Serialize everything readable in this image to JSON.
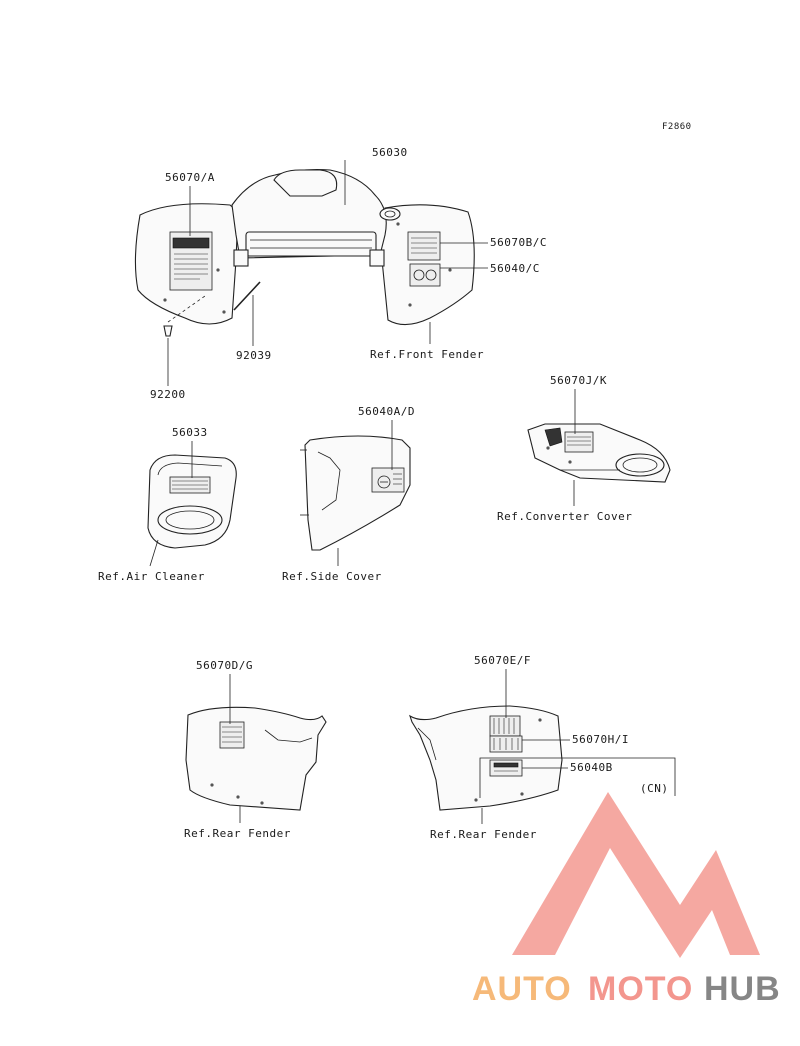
{
  "figure_code": "F2860",
  "callouts": {
    "p56030": "56030",
    "p56070_a": "56070/A",
    "p56070b_c": "56070B/C",
    "p56040_c": "56040/C",
    "p92039": "92039",
    "p92200": "92200",
    "p56033": "56033",
    "p56040a_d": "56040A/D",
    "p56070j_k": "56070J/K",
    "p56070d_g": "56070D/G",
    "p56070e_f": "56070E/F",
    "p56070h_i": "56070H/I",
    "p56040b": "56040B",
    "cn": "(CN)"
  },
  "refs": {
    "front_fender": "Ref.Front Fender",
    "air_cleaner": "Ref.Air Cleaner",
    "side_cover": "Ref.Side Cover",
    "converter_cover": "Ref.Converter Cover",
    "rear_fender_left": "Ref.Rear Fender",
    "rear_fender_right": "Ref.Rear Fender"
  },
  "watermark": {
    "part1": "AUTO",
    "part2": "MOTO",
    "part3": "HUB",
    "colors": {
      "orange": "#f6b26b",
      "red": "#f28b82",
      "gray": "#7a7a7a",
      "triangle": "#f28b82"
    }
  }
}
